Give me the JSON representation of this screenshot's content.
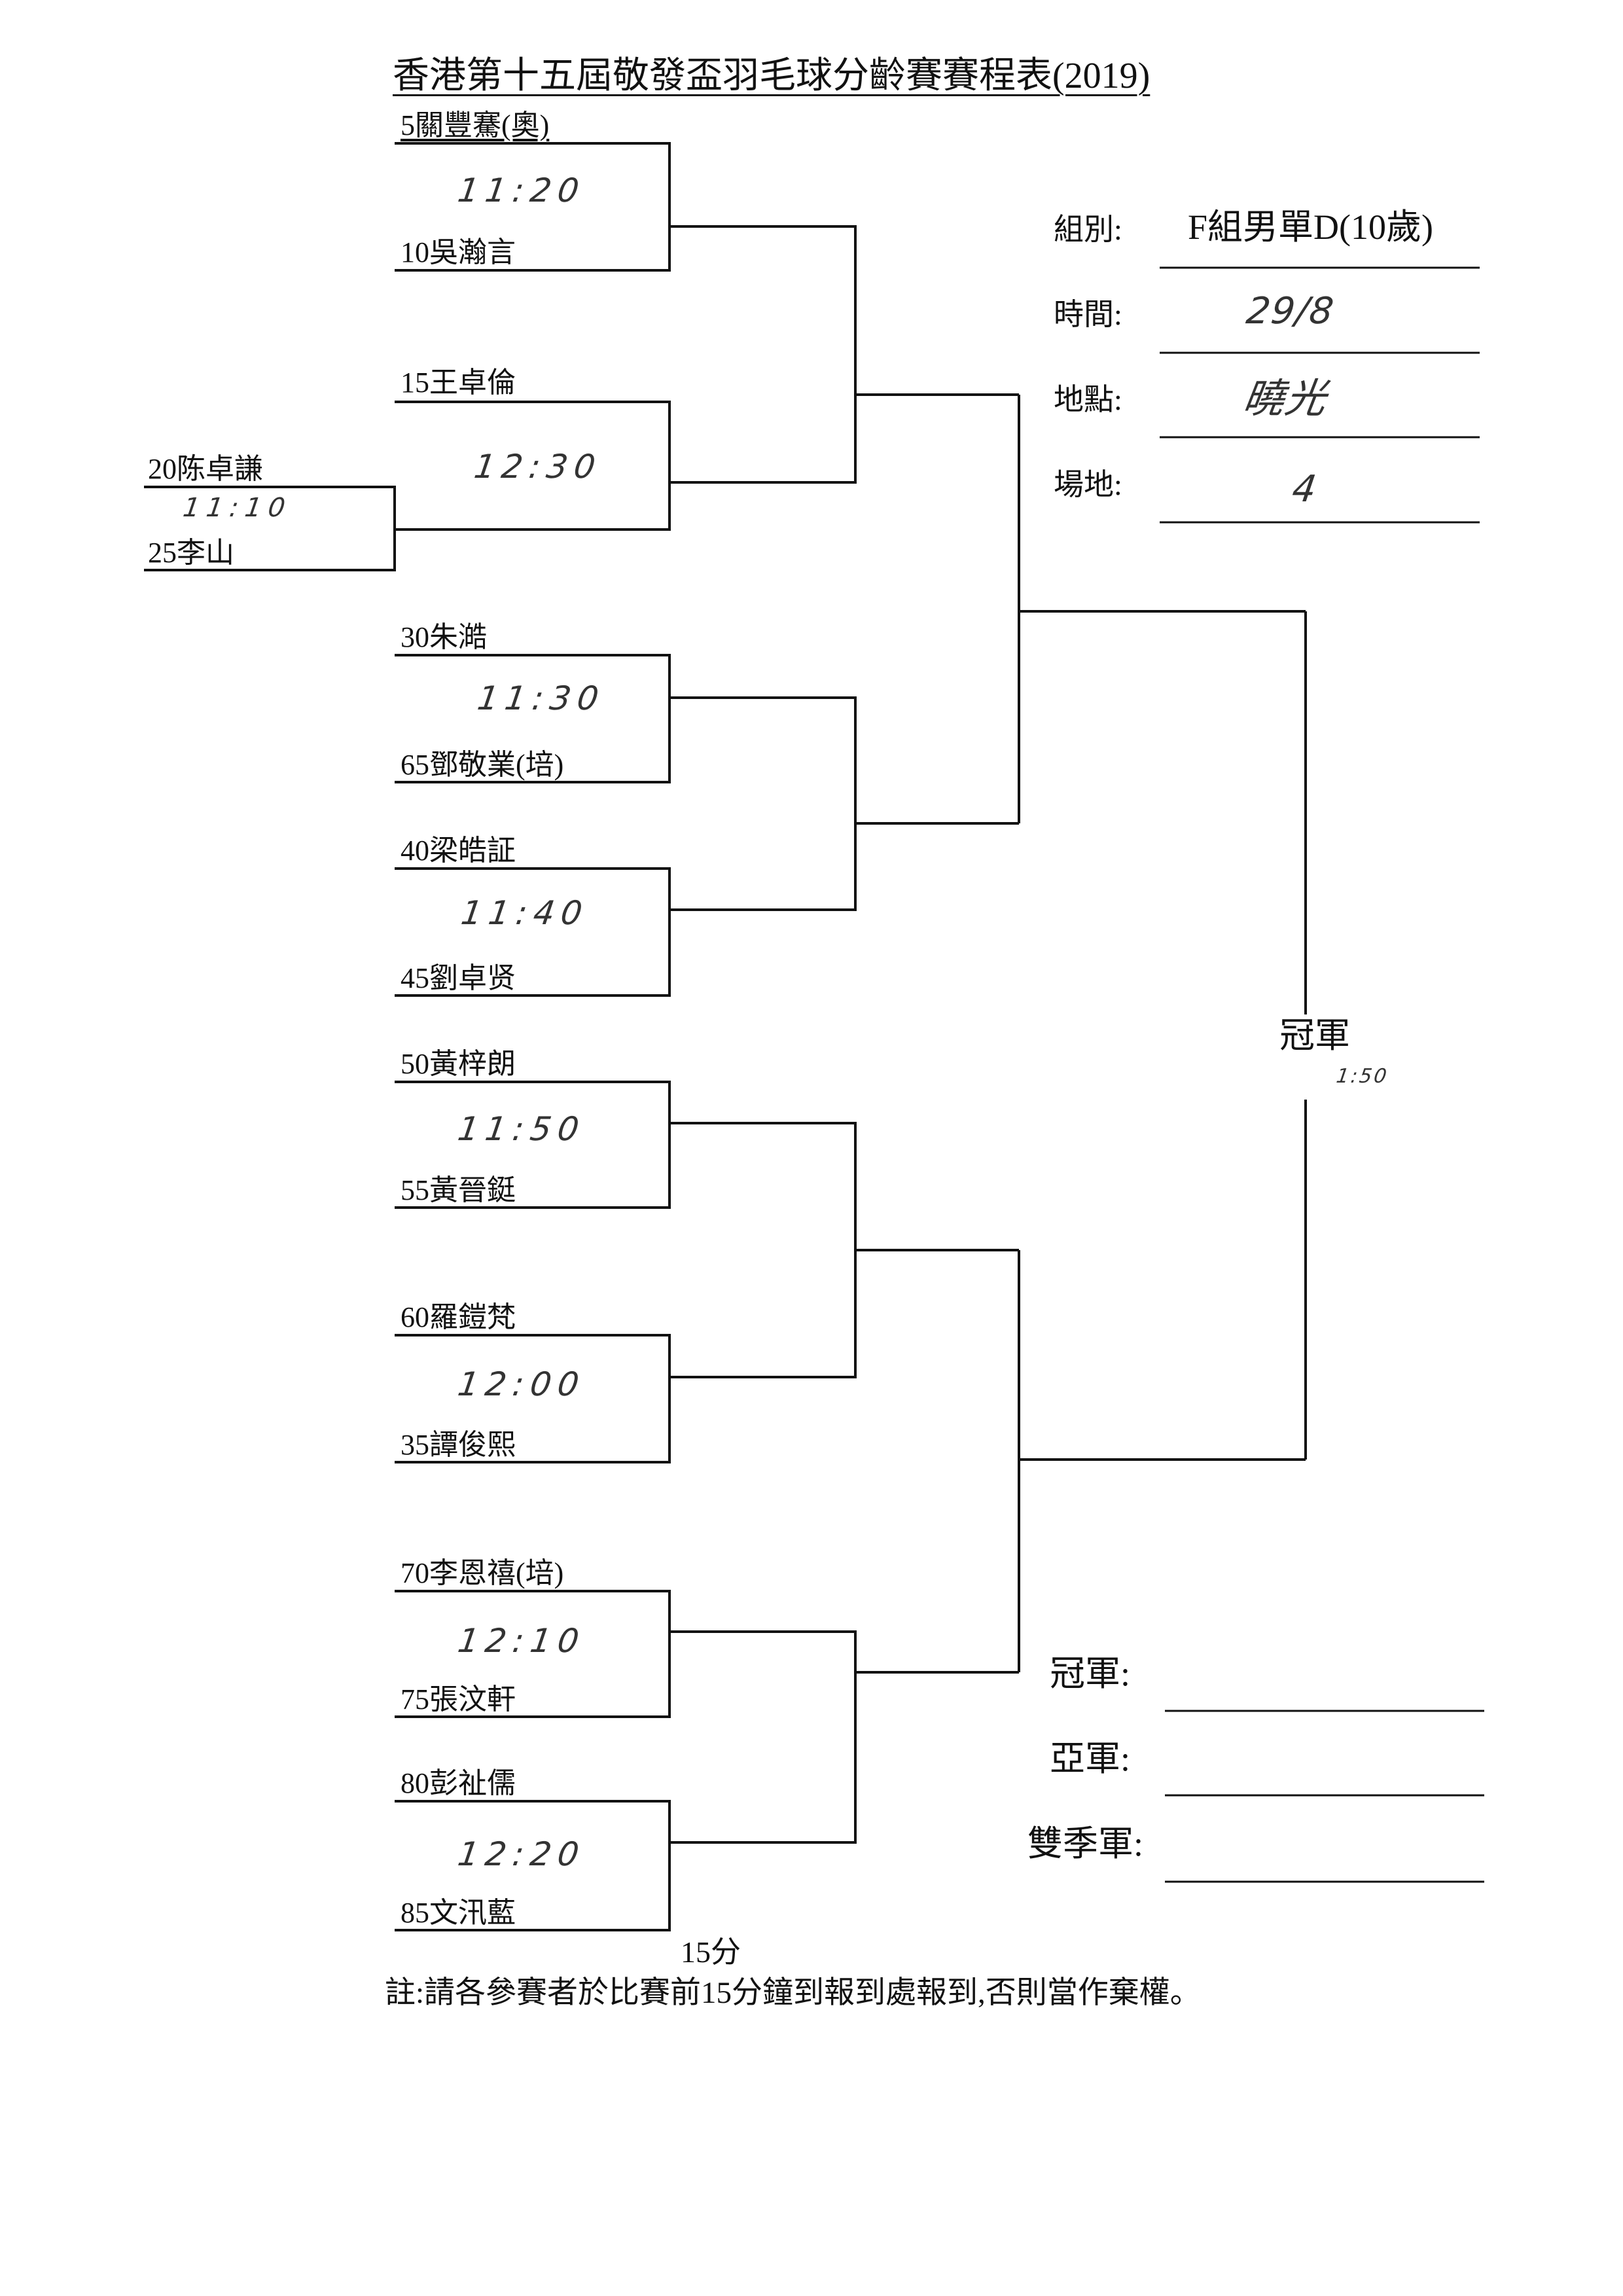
{
  "title": "香港第十五屆敬發盃羽毛球分齡賽賽程表(2019)",
  "matches": [
    {
      "top": "5關豐騫(奧)",
      "bottom": "10吳瀚言",
      "time": "11:20"
    },
    {
      "top": "15王卓倫",
      "bottom": "",
      "time": "12:30"
    },
    {
      "top": "30朱澔",
      "bottom": "65鄧敬業(培)",
      "time": "11:30"
    },
    {
      "top": "40梁皓証",
      "bottom": "45劉卓贤",
      "time": "11:40"
    },
    {
      "top": "50黃梓朗",
      "bottom": "55黃晉鋌",
      "time": "11:50"
    },
    {
      "top": "60羅鎧梵",
      "bottom": "35譚俊熙",
      "time": "12:00"
    },
    {
      "top": "70李恩禧(培)",
      "bottom": "75張汶軒",
      "time": "12:10"
    },
    {
      "top": "80彭祉儒",
      "bottom": "85文汛藍",
      "time": "12:20"
    }
  ],
  "prelim": {
    "top": "20陈卓謙",
    "bottom": "25李山",
    "time": "11:10"
  },
  "info": {
    "group_label": "組別:",
    "group_value": "F組男單D(10歲)",
    "time_label": "時間:",
    "time_value": "29/8",
    "venue_label": "地點:",
    "venue_value": "曉光",
    "court_label": "場地:",
    "court_value": "4"
  },
  "final": {
    "label": "冠軍",
    "time": "1:50"
  },
  "results": {
    "champion": "冠軍:",
    "runner_up": "亞軍:",
    "third": "雙季軍:"
  },
  "duration": "15分",
  "note": "註:請各參賽者於比賽前15分鐘到報到處報到,否則當作棄權。"
}
